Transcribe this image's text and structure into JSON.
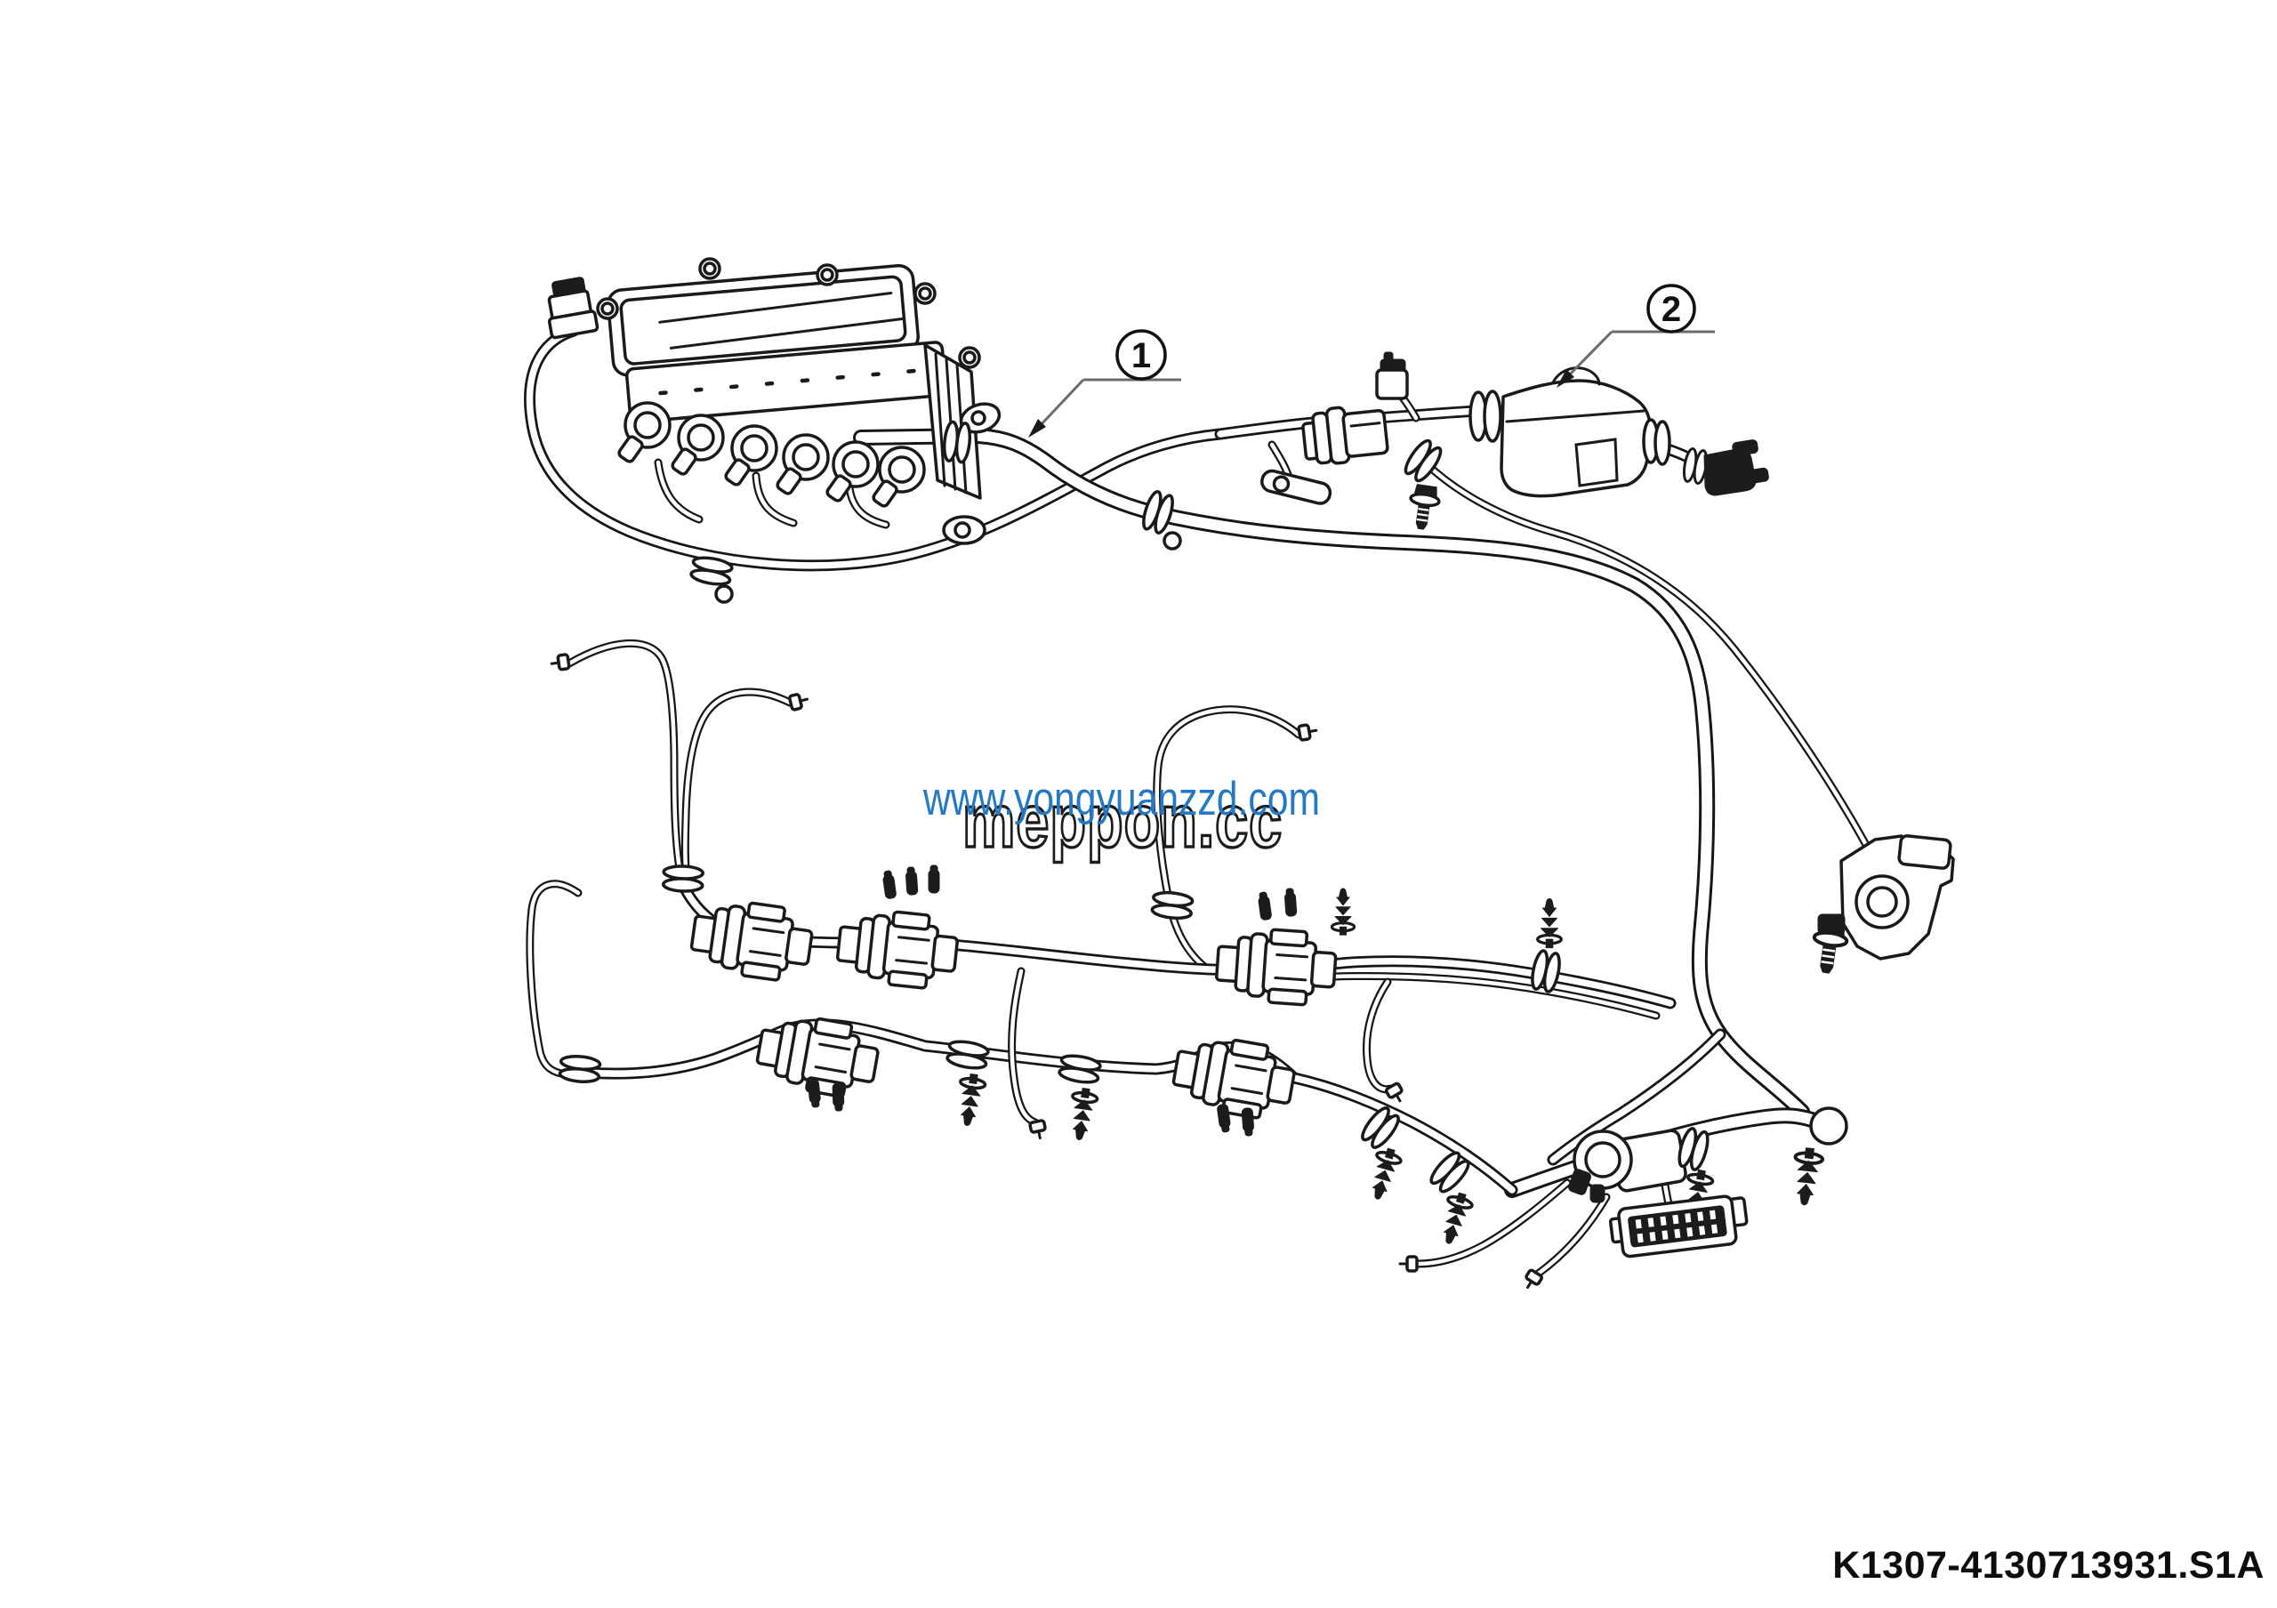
{
  "diagram": {
    "callouts": [
      {
        "number": "1"
      },
      {
        "number": "2"
      }
    ],
    "part_number": "K1307-4130713931.S1A"
  },
  "watermark": {
    "url_text": "www.yongyuanzzd.com",
    "brand_text": "meppon.cc",
    "url_color": "#2478c4"
  },
  "colors": {
    "line": "#1a1a1a",
    "background": "#ffffff",
    "leader": "#6b6b6b"
  }
}
